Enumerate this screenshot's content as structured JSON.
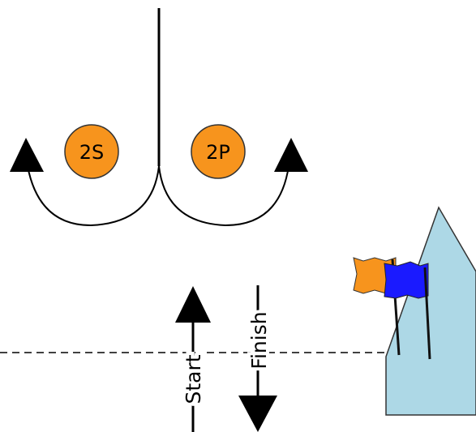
{
  "marks": [
    {
      "label": "2S",
      "color": "#f7941d"
    },
    {
      "label": "2P",
      "color": "#f7941d"
    }
  ],
  "lines": {
    "start_label": "Start",
    "finish_label": "Finish"
  },
  "committee_boat": {
    "hull_color": "#add8e6",
    "flags": [
      {
        "name": "orange-flag",
        "color": "#f7941d"
      },
      {
        "name": "blue-flag",
        "color": "#1a1aff"
      }
    ]
  }
}
